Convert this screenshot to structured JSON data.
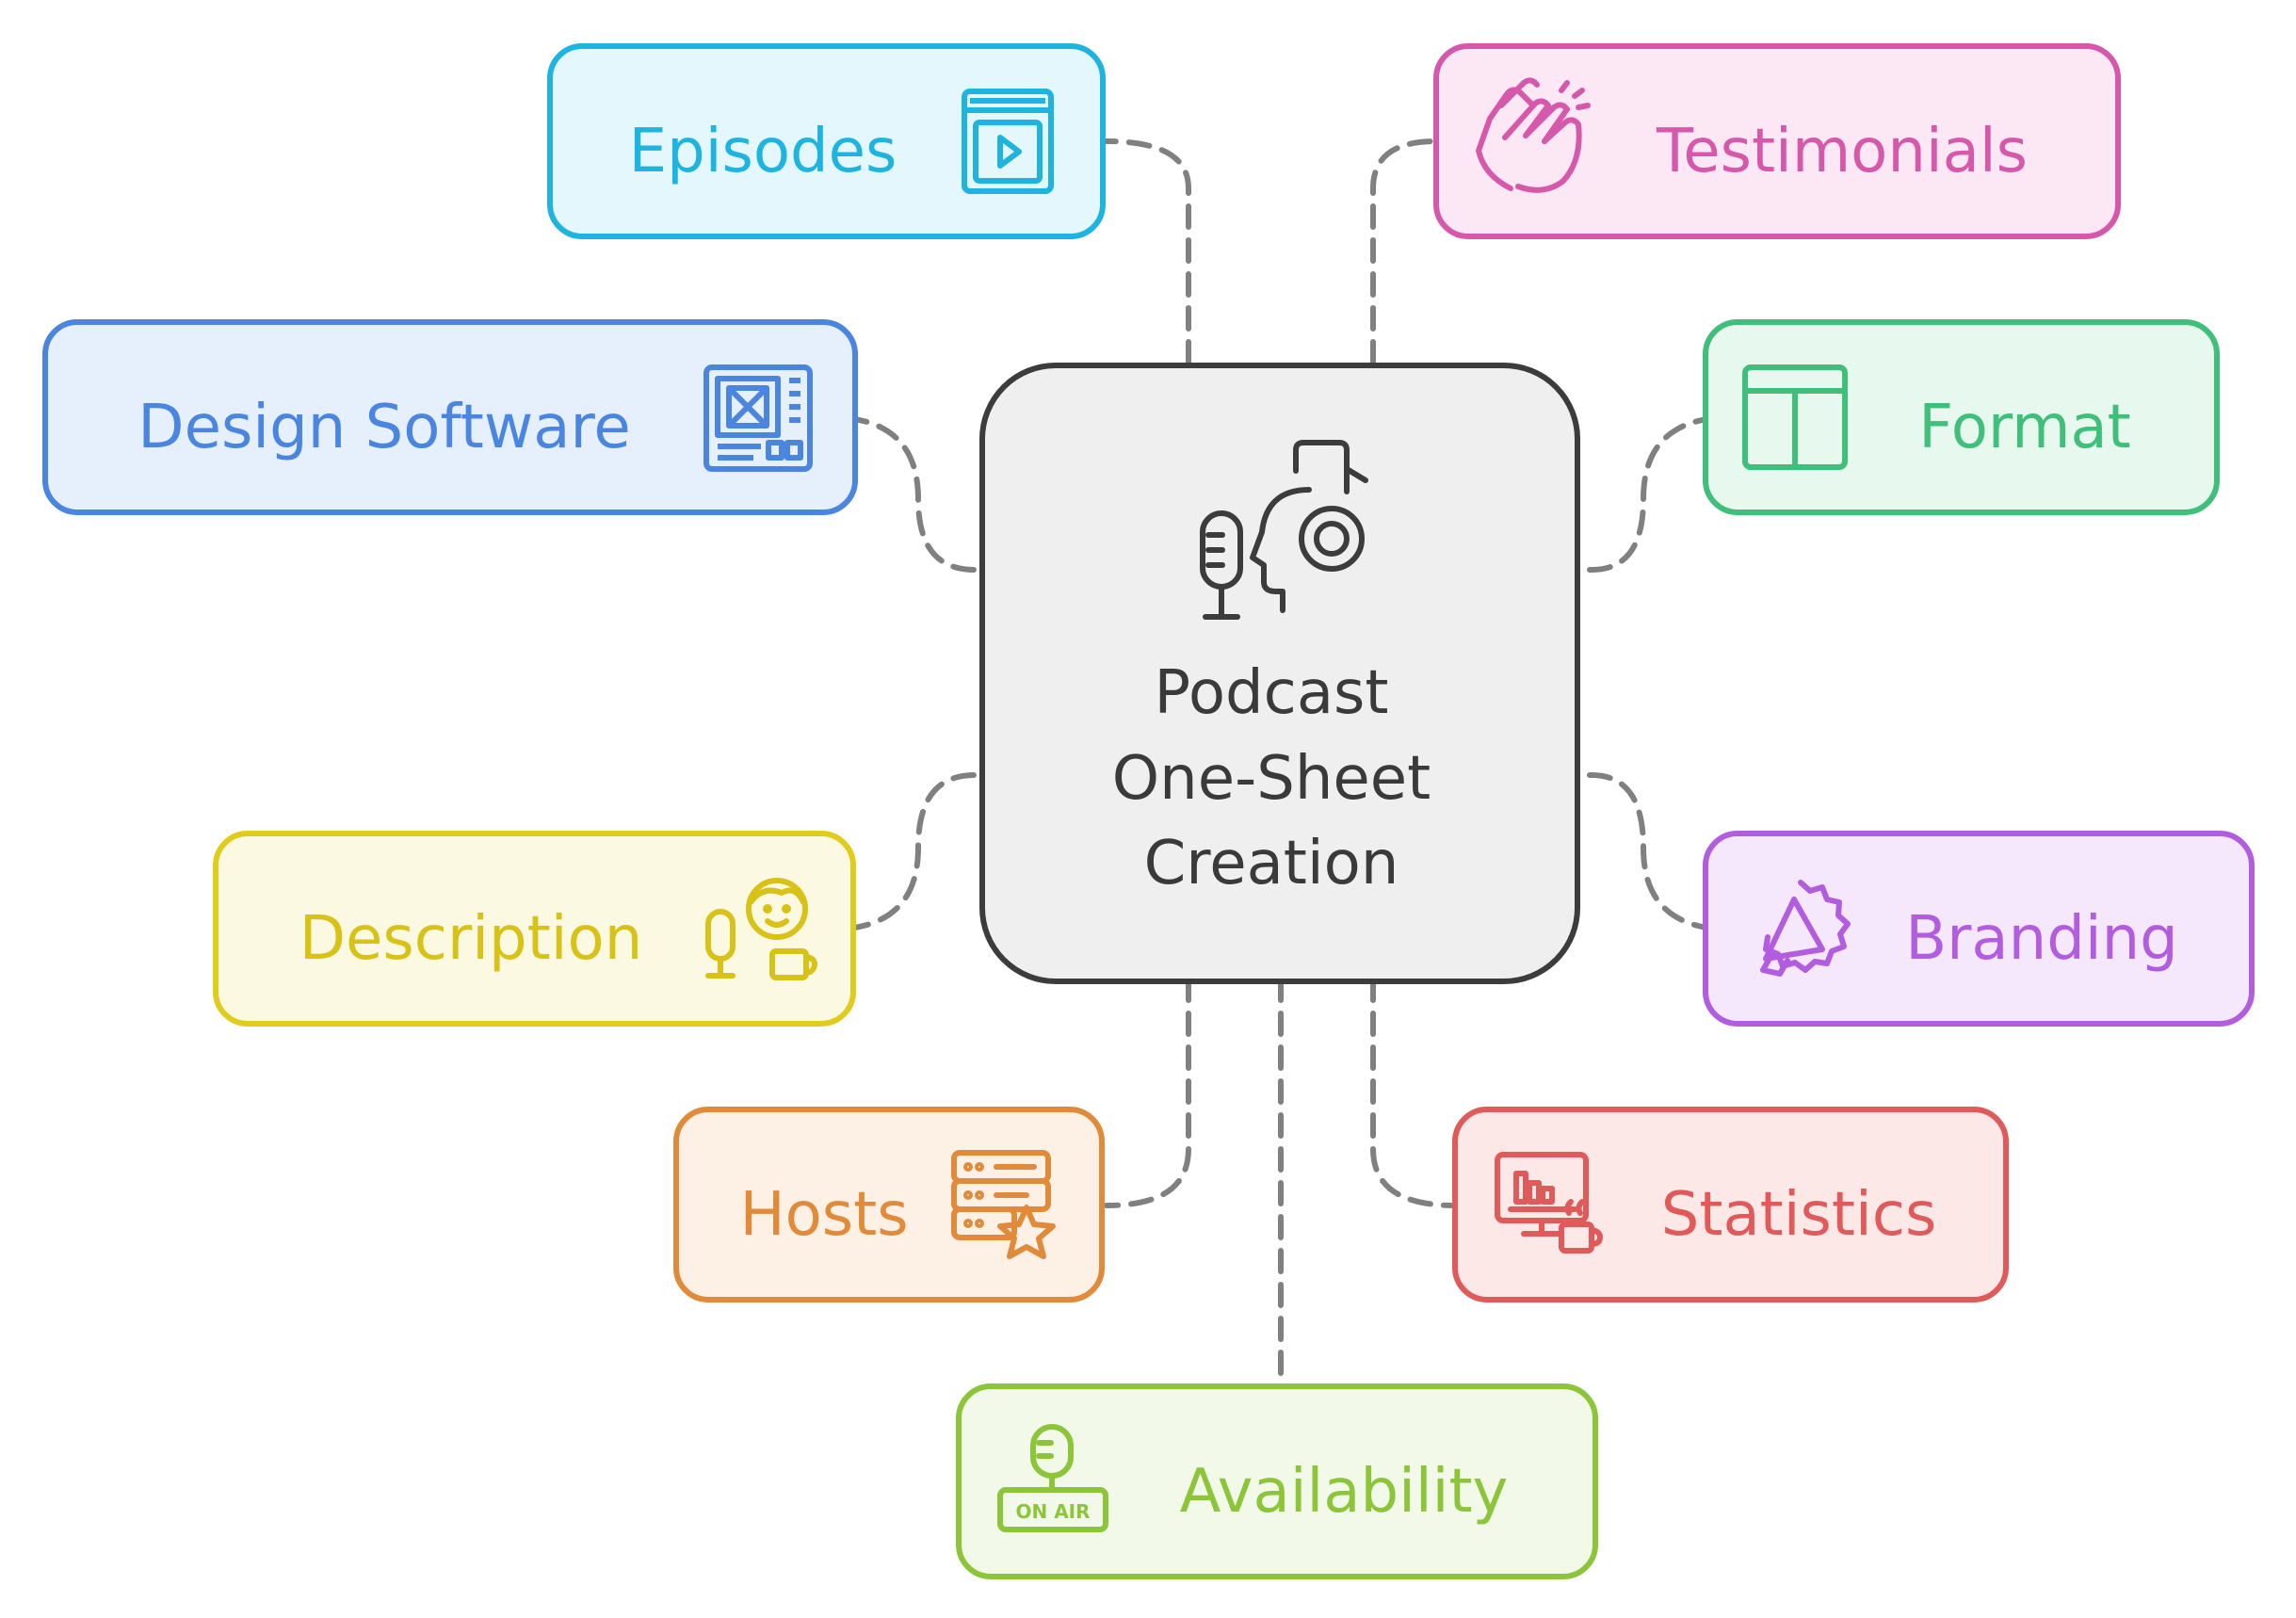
{
  "center": {
    "lines": [
      "Podcast",
      "One-Sheet",
      "Creation"
    ],
    "icon": "podcast-microphone-headphones-icon"
  },
  "nodes": [
    {
      "id": "episodes",
      "label": "Episodes",
      "icon": "video-player-icon",
      "stroke": "#1fb3e0",
      "fill": "#e3f7fc",
      "text": "#1fb3e0"
    },
    {
      "id": "testimonials",
      "label": "Testimonials",
      "icon": "clapping-hands-icon",
      "stroke": "#d558aa",
      "fill": "#fce8f4",
      "text": "#d558aa"
    },
    {
      "id": "design-software",
      "label": "Design Software",
      "icon": "design-app-window-icon",
      "stroke": "#4a86e0",
      "fill": "#e6effc",
      "text": "#4a86e0"
    },
    {
      "id": "format",
      "label": "Format",
      "icon": "layout-grid-icon",
      "stroke": "#3fbf7a",
      "fill": "#e7f8ee",
      "text": "#3fbf7a"
    },
    {
      "id": "description",
      "label": "Description",
      "icon": "host-with-microphone-icon",
      "stroke": "#e0cc1c",
      "fill": "#fcf9e3",
      "text": "#d8c218"
    },
    {
      "id": "branding",
      "label": "Branding",
      "icon": "megaphone-badge-icon",
      "stroke": "#b25de0",
      "fill": "#f5e8fc",
      "text": "#b25de0"
    },
    {
      "id": "hosts",
      "label": "Hosts",
      "icon": "server-star-icon",
      "stroke": "#e08a3a",
      "fill": "#fdf0e4",
      "text": "#e08a3a"
    },
    {
      "id": "statistics",
      "label": "Statistics",
      "icon": "monitor-chart-coffee-icon",
      "stroke": "#e05a5a",
      "fill": "#fde8e8",
      "text": "#e05a5a"
    },
    {
      "id": "availability",
      "label": "Availability",
      "icon": "on-air-microphone-icon",
      "stroke": "#8cc43a",
      "fill": "#f2f9e8",
      "text": "#8cc43a",
      "icon_text": "ON AIR"
    }
  ],
  "connector_color": "#808080"
}
